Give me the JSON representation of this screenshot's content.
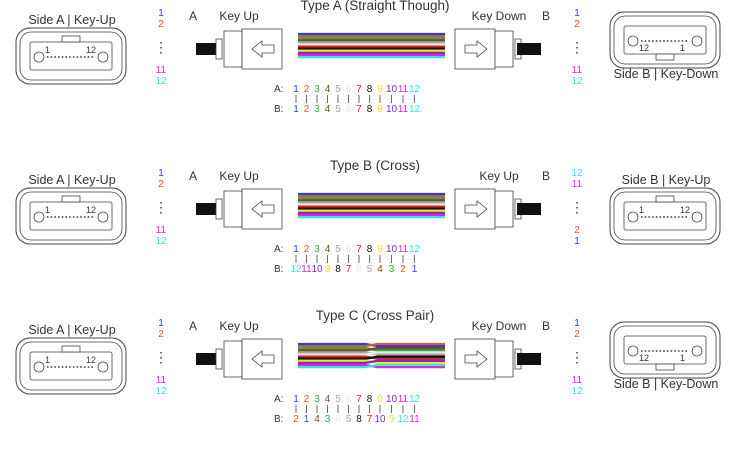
{
  "colors": [
    "#1f3fff",
    "#e8552a",
    "#2bb04a",
    "#7a4a1e",
    "#a7a7a7",
    "#e9e9e9",
    "#e02020",
    "#111111",
    "#f5e61a",
    "#7d2cc8",
    "#e81fd6",
    "#2ee8e8"
  ],
  "fiber_numbers": [
    "1",
    "2",
    "3",
    "4",
    "5",
    "6",
    "7",
    "8",
    "9",
    "10",
    "11",
    "12"
  ],
  "connector_labels": {
    "pin_one": "1",
    "pin_twelve": "12"
  },
  "ellipsis": "⋮",
  "sections": [
    {
      "title": "Type A (Straight Though)",
      "side_a_label": "Side A | Key-Up",
      "side_b_label": "Side B | Key-Down",
      "end_a": "A",
      "end_b": "B",
      "key_left": "Key Up",
      "key_right": "Key Down",
      "side_b_flipped": true,
      "left_list": [
        "1",
        "2",
        "11",
        "12"
      ],
      "right_list": [
        "1",
        "2",
        "11",
        "12"
      ],
      "map_a_prefix": "A:",
      "map_b_prefix": "B:",
      "b_order": [
        1,
        2,
        3,
        4,
        5,
        6,
        7,
        8,
        9,
        10,
        11,
        12
      ],
      "wiring": "straight"
    },
    {
      "title": "Type B (Cross)",
      "side_a_label": "Side A | Key-Up",
      "side_b_label": "Side B | Key-Up",
      "end_a": "A",
      "end_b": "B",
      "key_left": "Key Up",
      "key_right": "Key Up",
      "side_b_flipped": false,
      "left_list": [
        "1",
        "2",
        "11",
        "12"
      ],
      "right_list": [
        "12",
        "11",
        "2",
        "1"
      ],
      "map_a_prefix": "A:",
      "map_b_prefix": "B:",
      "b_order": [
        12,
        11,
        10,
        9,
        8,
        7,
        6,
        5,
        4,
        3,
        2,
        1
      ],
      "wiring": "cross"
    },
    {
      "title": "Type C (Cross Pair)",
      "side_a_label": "Side A | Key-Up",
      "side_b_label": "Side B | Key-Down",
      "end_a": "A",
      "end_b": "B",
      "key_left": "Key Up",
      "key_right": "Key Down",
      "side_b_flipped": true,
      "left_list": [
        "1",
        "2",
        "11",
        "12"
      ],
      "right_list": [
        "1",
        "2",
        "11",
        "12"
      ],
      "map_a_prefix": "A:",
      "map_b_prefix": "B:",
      "b_order": [
        2,
        1,
        4,
        3,
        6,
        5,
        8,
        7,
        10,
        9,
        12,
        11
      ],
      "wiring": "pair"
    }
  ]
}
